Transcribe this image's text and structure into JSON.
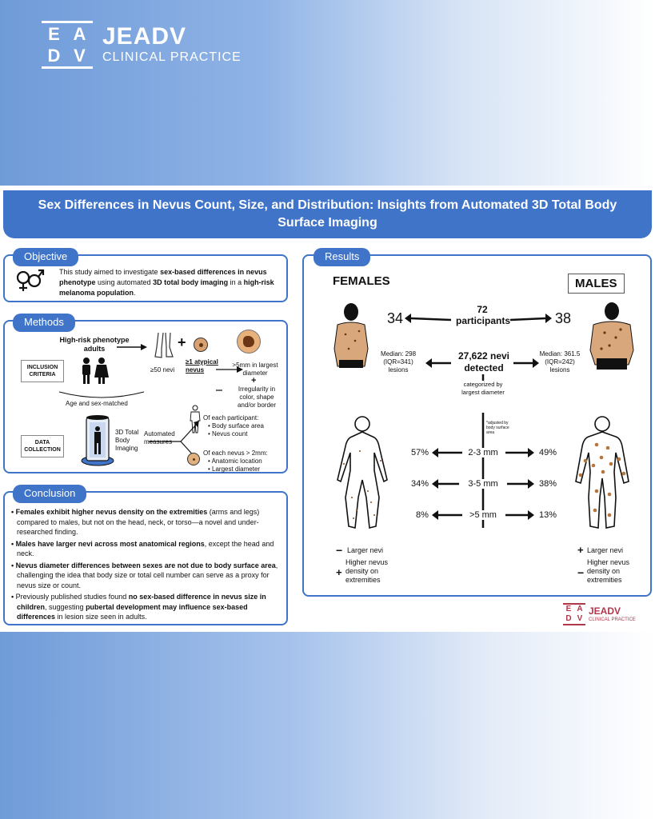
{
  "brand": {
    "logo_letters": [
      "E",
      "A",
      "D",
      "V"
    ],
    "name": "JEADV",
    "subtitle": "CLINICAL PRACTICE"
  },
  "poster": {
    "title": "Sex Differences in Nevus Count, Size, and Distribution: Insights from Automated 3D Total Body Surface Imaging"
  },
  "objective": {
    "tab": "Objective",
    "text_1": "This study aimed to investigate ",
    "bold_1": "sex-based differences in nevus phenotype",
    "text_2": " using automated ",
    "bold_2": "3D total body imaging",
    "text_3": " in a ",
    "bold_3": "high-risk melanoma population",
    "text_4": "."
  },
  "methods": {
    "tab": "Methods",
    "phenotype_label": "High-risk phenotype adults",
    "inclusion_label": "INCLUSION CRITERIA",
    "nevi_label": "≥50 nevi",
    "atypical_label": "≥1 atypical nevus",
    "largest_label": ">5mm in largest diameter",
    "irregularity_label": "Irregularity in color, shape and/or border",
    "matched_label": "Age and sex-matched",
    "data_collection_label": "DATA COLLECTION",
    "imaging_label": "3D Total Body Imaging",
    "automated_label": "Automated measures",
    "each_participant": "Of each participant:",
    "participant_items": [
      "Body surface area",
      "Nevus count"
    ],
    "each_nevus": "Of each nevus > 2mm:",
    "nevus_items": [
      "Anatomic location",
      "Largest diameter"
    ]
  },
  "conclusion": {
    "tab": "Conclusion",
    "items": [
      {
        "bold": "Females exhibit higher nevus density on the extremities",
        "text": " (arms and legs) compared to males, but not on the head, neck, or torso—a novel and under-researched finding."
      },
      {
        "bold": "Males have larger nevi across most anatomical regions",
        "text": ", except the head and neck."
      },
      {
        "bold": "Nevus diameter differences between sexes are not due to body surface area",
        "text": ", challenging the idea that body size or total cell number can serve as a proxy for nevus size or count."
      },
      {
        "pre": "Previously published studies found ",
        "bold": "no sex-based difference in nevus size in children",
        "mid": ", suggesting ",
        "bold2": "pubertal development may influence sex-based differences",
        "text": " in lesion size seen in adults."
      }
    ]
  },
  "results": {
    "tab": "Results",
    "females_label": "FEMALES",
    "males_label": "MALES",
    "participants_num": "72",
    "participants_label": "participants",
    "female_count": "34",
    "male_count": "38",
    "nevi_num": "27,622 nevi",
    "nevi_label": "detected",
    "female_median": "Median: 298 (IQR=341) lesions",
    "male_median": "Median: 361.5 (IQR=242) lesions",
    "categorized_label": "categorized by largest diameter",
    "adjusted_note": "*adjusted by body surface area",
    "rows": [
      {
        "size": "2-3 mm",
        "female": "57%",
        "male": "49%"
      },
      {
        "size": "3-5 mm",
        "female": "34%",
        "male": "38%"
      },
      {
        "size": ">5 mm",
        "female": "8%",
        "male": "13%"
      }
    ],
    "female_larger": "Larger nevi",
    "female_density": "Higher nevus density on extremities",
    "male_larger": "Larger nevi",
    "male_density": "Higher nevus density on extremities",
    "minus_sign": "−",
    "plus_sign": "+"
  },
  "footer_brand": {
    "name": "JEADV",
    "subtitle": "CLINICAL PRACTICE"
  },
  "colors": {
    "accent": "#3f74c8",
    "nevus_brown": "#b5763e",
    "footer_red": "#b0364a"
  }
}
